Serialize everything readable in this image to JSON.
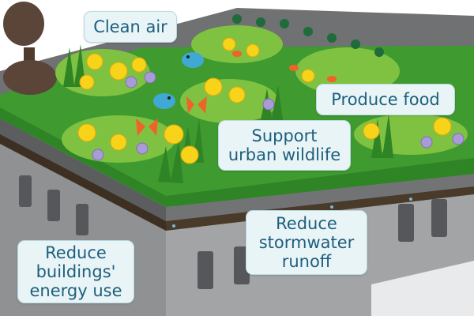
{
  "labels": {
    "clean_air": "Clean air",
    "produce_food": "Produce food",
    "support_wildlife": "Support\nurban wildlife",
    "reduce_stormwater": "Reduce\nstormwater\nrunoff",
    "reduce_energy": "Reduce\nbuildings'\nenergy use"
  },
  "colors": {
    "grass": "#3f9a2f",
    "grass_light": "#7fc241",
    "building": "#9a9c9e",
    "building_dark": "#6d6f71",
    "roof_edge": "#4d4f51",
    "callout_bg": "#e9f4f7",
    "callout_text": "#1d5f7c",
    "flower_yellow": "#f7d31a",
    "flower_purple": "#a99bd6",
    "butterfly": "#f0622a",
    "bird": "#3fa9d4"
  }
}
